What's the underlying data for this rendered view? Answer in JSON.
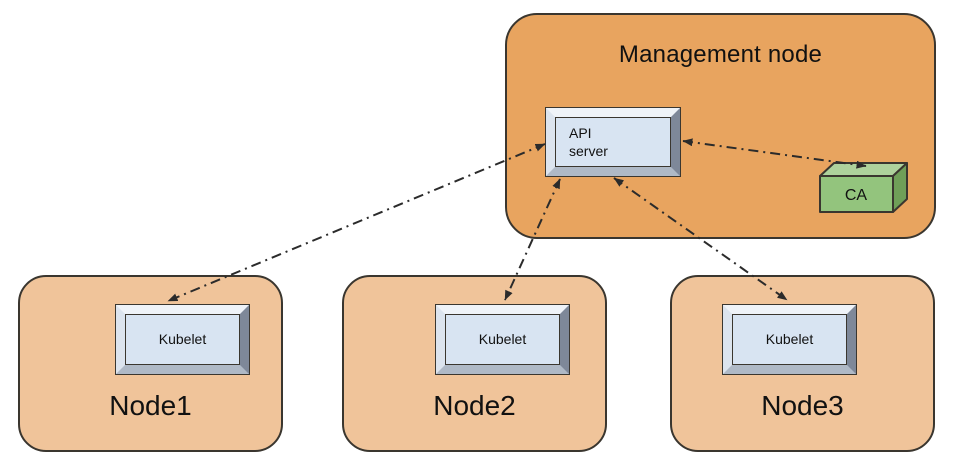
{
  "management_node": {
    "label": "Management node",
    "api_server_label": "API server",
    "ca_label": "CA"
  },
  "nodes": [
    {
      "label": "Node1",
      "component_label": "Kubelet"
    },
    {
      "label": "Node2",
      "component_label": "Kubelet"
    },
    {
      "label": "Node3",
      "component_label": "Kubelet"
    }
  ],
  "connections": [
    {
      "from": "API server",
      "to": "Kubelet (Node1)",
      "style": "dash-dot",
      "bidirectional": true
    },
    {
      "from": "API server",
      "to": "Kubelet (Node2)",
      "style": "dash-dot",
      "bidirectional": true
    },
    {
      "from": "API server",
      "to": "Kubelet (Node3)",
      "style": "dash-dot",
      "bidirectional": true
    },
    {
      "from": "API server",
      "to": "CA",
      "style": "dash-dot",
      "bidirectional": true
    }
  ],
  "colors": {
    "management_fill": "#E8A45F",
    "node_fill": "#F0C49A",
    "component_face": "#D8E4F2",
    "ca_front": "#93C47D",
    "ca_top": "#AED29C",
    "ca_side": "#6F9F58",
    "arrow": "#2B2B2B",
    "border": "#3A362F"
  }
}
